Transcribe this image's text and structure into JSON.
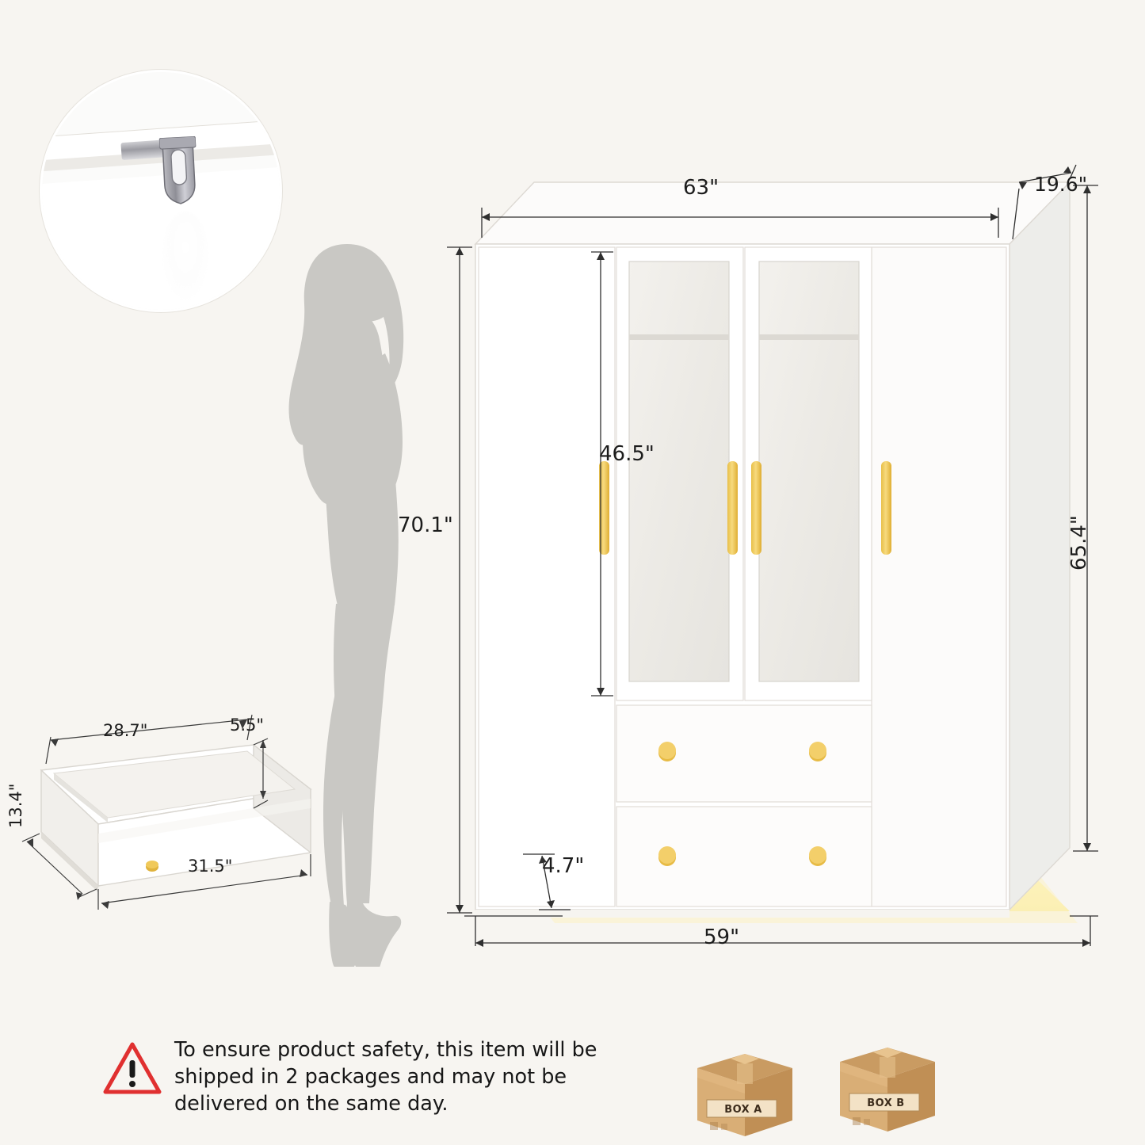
{
  "page": {
    "background_color": "#f7f5f1"
  },
  "wardrobe": {
    "name": "4-door wardrobe armoire with LED base",
    "dimensions": {
      "top_width": "63\"",
      "depth": "19.6\"",
      "total_height": "70.1\"",
      "mirror_door_height": "46.5\"",
      "body_height": "65.4\"",
      "base_height": "4.7\"",
      "bottom_width": "59\""
    },
    "colors": {
      "body": "#ffffff",
      "shadow": "#e8e5df",
      "handle": "#f0c95a",
      "knob": "#e0b33d",
      "led_glow": "#fdf0b8"
    }
  },
  "drawer": {
    "name": "pull-out drawer",
    "dimensions": {
      "inner_width": "28.7\"",
      "height": "5.5\"",
      "depth": "13.4\"",
      "outer_width": "31.5\""
    }
  },
  "detail": {
    "name": "drawer slide rail close-up"
  },
  "silhouette": {
    "name": "human scale reference"
  },
  "note": {
    "text": "To ensure product safety, this item will be shipped in 2 packages and may not be delivered on the same day.",
    "icon": "warning-triangle-icon",
    "warning_color": "#e03030"
  },
  "packages": [
    {
      "label": "BOX A"
    },
    {
      "label": "BOX B"
    }
  ]
}
